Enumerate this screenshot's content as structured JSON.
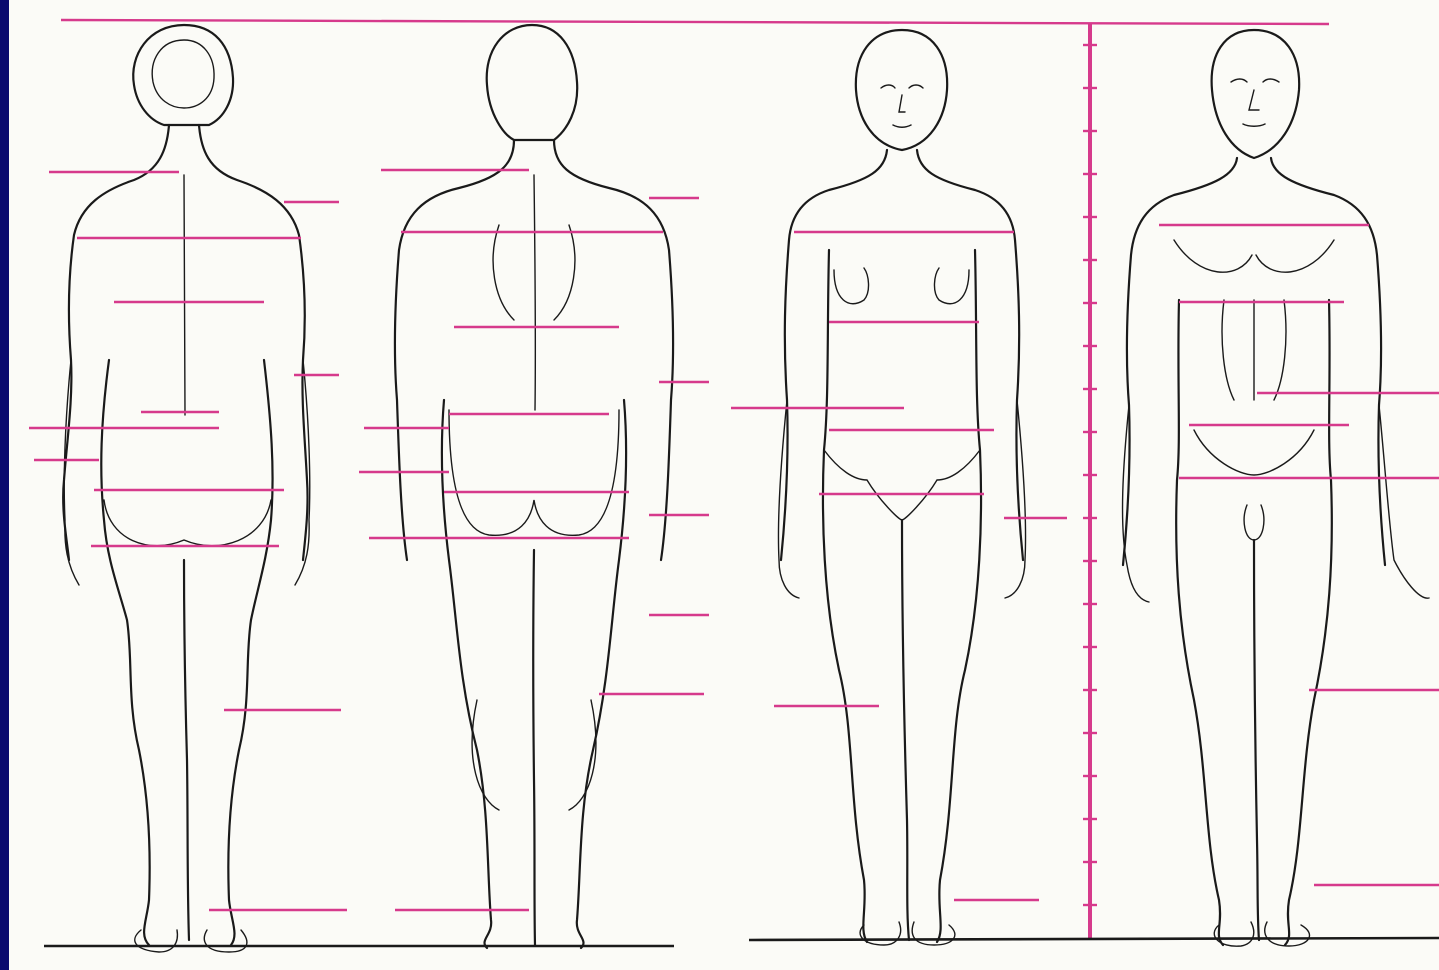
{
  "figures": [
    {
      "id": "female-back",
      "view": "back",
      "sex": "female"
    },
    {
      "id": "male-back",
      "view": "back",
      "sex": "male"
    },
    {
      "id": "female-front",
      "view": "front",
      "sex": "female"
    },
    {
      "id": "male-front",
      "view": "front",
      "sex": "male"
    }
  ],
  "colors": {
    "frame": "#0a0a6e",
    "paper": "#fbfbf7",
    "guide_lines": "#d63a8c",
    "ink": "#1a1a1a"
  }
}
